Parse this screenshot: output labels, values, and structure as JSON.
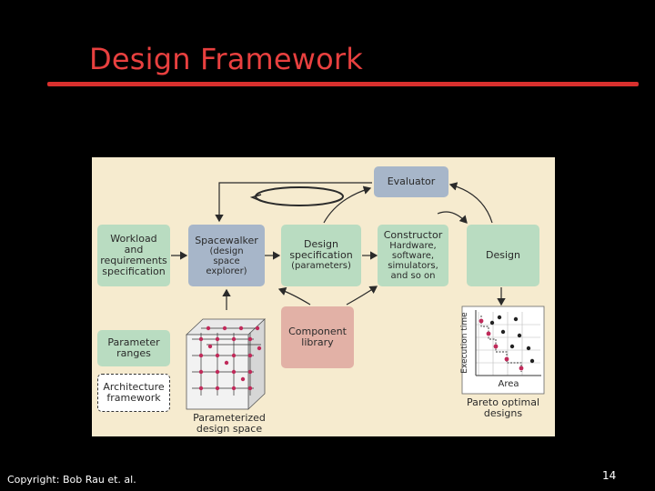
{
  "slide": {
    "title": "Design Framework",
    "copyright": "Copyright: Bob Rau et. al.",
    "page_number": "14"
  },
  "diagram": {
    "evaluator": "Evaluator",
    "workload": "Workload\nand\nrequirements\nspecification",
    "spacewalker_title": "Spacewalker",
    "spacewalker_sub": "(design\nspace\nexplorer)",
    "design_spec_title": "Design\nspecification",
    "design_spec_sub": "(parameters)",
    "constructor_title": "Constructor",
    "constructor_sub": "Hardware,\nsoftware,\nsimulators,\nand so on",
    "design": "Design",
    "parameter_ranges": "Parameter\nranges",
    "architecture_framework": "Architecture\nframework",
    "component_library": "Component\nlibrary",
    "param_space_label": "Parameterized\ndesign space",
    "pareto_label": "Pareto optimal\ndesigns",
    "plot_x_label": "Area",
    "plot_y_label": "Execution time"
  },
  "colors": {
    "title": "#e8403f",
    "background": "#000000",
    "figure_bg": "#f6ebcf",
    "green_box": "#b9dcc1",
    "blue_box": "#a7b6c9",
    "pink_box": "#e2b1a6"
  }
}
